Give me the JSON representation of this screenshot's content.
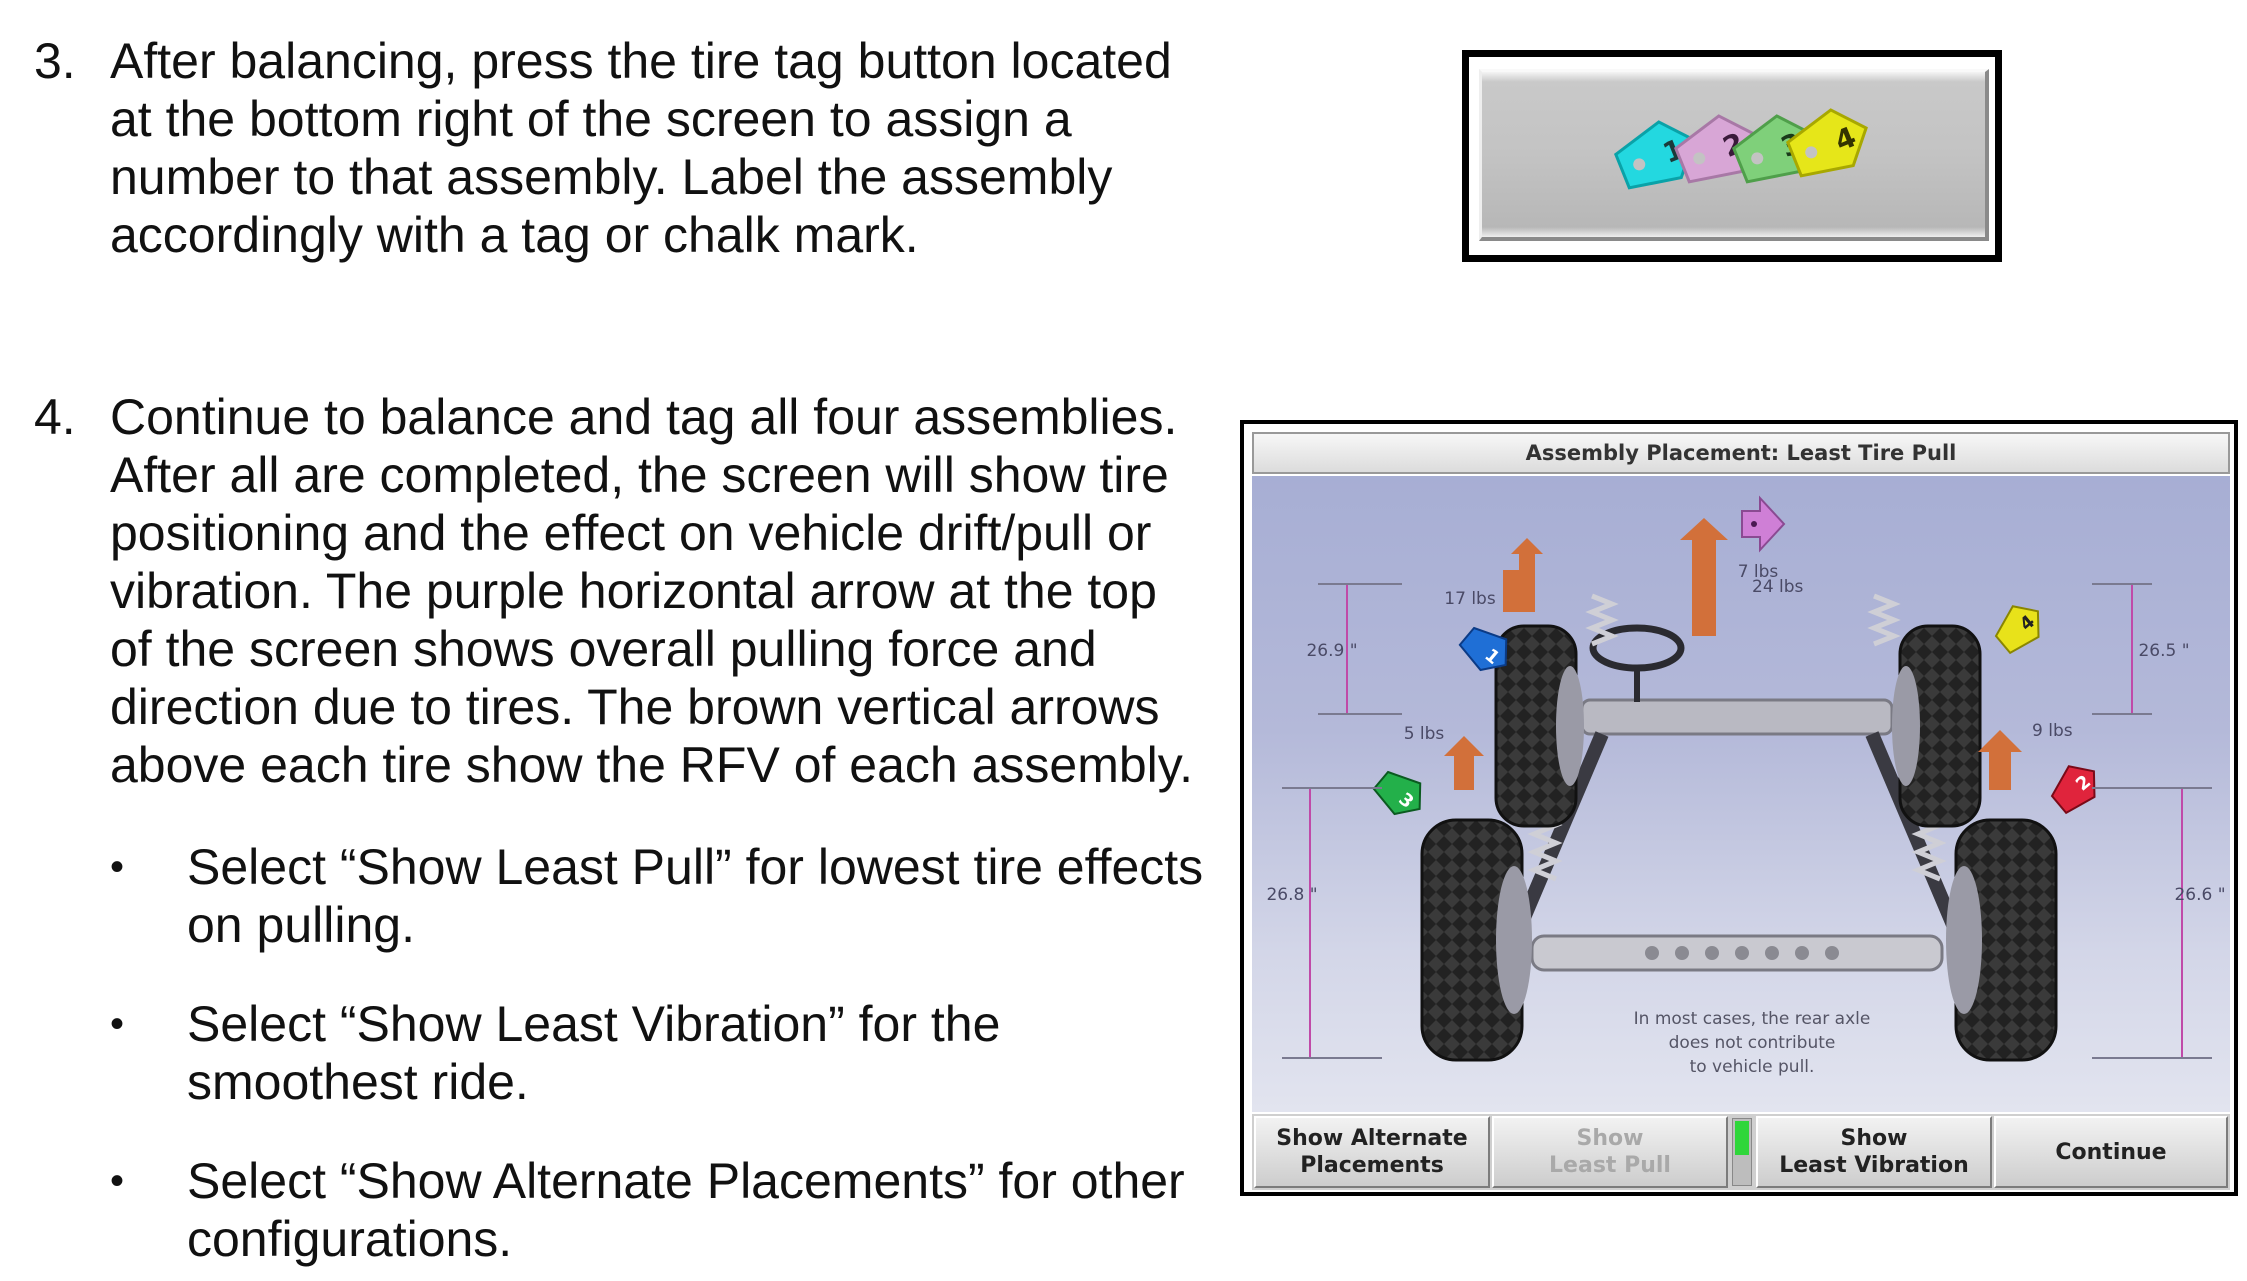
{
  "step3": {
    "number": "3.",
    "text": "After balancing, press the tire tag button located\nat the bottom right of the screen to assign a\nnumber to that assembly.  Label the assembly\naccordingly with a tag or chalk mark."
  },
  "step4": {
    "number": "4.",
    "text": "Continue to balance and tag all four assemblies.\nAfter all are completed, the screen will show tire\npositioning and the effect on vehicle drift/pull or\nvibration.  The purple horizontal arrow at the top\nof the screen shows overall pulling force and\ndirection due to tires.  The brown vertical arrows\nabove each tire show the RFV of each assembly."
  },
  "bullets": [
    {
      "marker": "•",
      "text": "Select “Show Least Pull” for lowest tire effects\non pulling."
    },
    {
      "marker": "•",
      "text": "Select “Show Least Vibration” for the\nsmoothest ride."
    },
    {
      "marker": "•",
      "text": "Select “Show Alternate Placements” for other\nconfigurations."
    }
  ],
  "tag_button": {
    "tags": [
      {
        "number": "1",
        "color": "#23d8e0"
      },
      {
        "number": "2",
        "color": "#d8a6d6"
      },
      {
        "number": "3",
        "color": "#7fd07a"
      },
      {
        "number": "4",
        "color": "#e6e619"
      }
    ]
  },
  "screen": {
    "title": "Assembly Placement: Least Tire Pull",
    "pull_arrow": {
      "label": "7 lbs",
      "color": "#cf7fd6"
    },
    "tires": [
      {
        "tag": "1",
        "force": "17 lbs",
        "tag_color": "#1f6fd6"
      },
      {
        "tag": "4",
        "force": "24 lbs",
        "tag_color": "#e8e21a"
      },
      {
        "tag": "3",
        "force": "5 lbs",
        "tag_color": "#23b04a"
      },
      {
        "tag": "2",
        "force": "9 lbs",
        "tag_color": "#e0243c"
      }
    ],
    "diameters": {
      "front_left": "26.9 \"",
      "front_right": "26.5 \"",
      "rear_left": "26.8 \"",
      "rear_right": "26.6 \""
    },
    "rear_note": [
      "In most cases, the rear axle",
      "does not contribute",
      "to vehicle pull."
    ],
    "buttons": {
      "alternate": "Show Alternate\nPlacements",
      "least_pull": "Show\nLeast Pull",
      "least_vibration": "Show\nLeast Vibration",
      "continue": "Continue"
    },
    "indicator_color": "#2fd63a",
    "rfv_arrow_color": "#d2703a"
  }
}
